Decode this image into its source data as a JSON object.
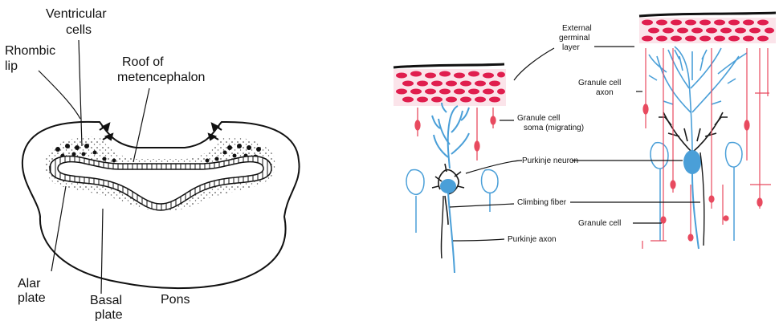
{
  "left_diagram": {
    "labels": {
      "ventricular_cells_1": "Ventricular",
      "ventricular_cells_2": "cells",
      "rhombic_lip_1": "Rhombic",
      "rhombic_lip_2": "lip",
      "roof_1": "Roof of",
      "roof_2": "metencephalon",
      "alar_plate_1": "Alar",
      "alar_plate_2": "plate",
      "basal_plate_1": "Basal",
      "basal_plate_2": "plate",
      "pons": "Pons"
    }
  },
  "right_diagram": {
    "labels": {
      "external_germinal_1": "External",
      "external_germinal_2": "germinal",
      "external_germinal_3": "layer",
      "granule_axon_1": "Granule cell",
      "granule_axon_2": "axon",
      "granule_soma_1": "Granule cell",
      "granule_soma_2": "soma (migrating)",
      "purkinje_neuron": "Purkinje neuron",
      "climbing_fiber": "Climbing fiber",
      "granule_cell": "Granule cell",
      "purkinje_axon": "Purkinje axon"
    },
    "colors": {
      "germinal_layer": "#e01e4e",
      "purkinje_blue": "#4a9fd8",
      "purkinje_dark": "#1a1a1a",
      "granule_red": "#e84a5f"
    }
  }
}
